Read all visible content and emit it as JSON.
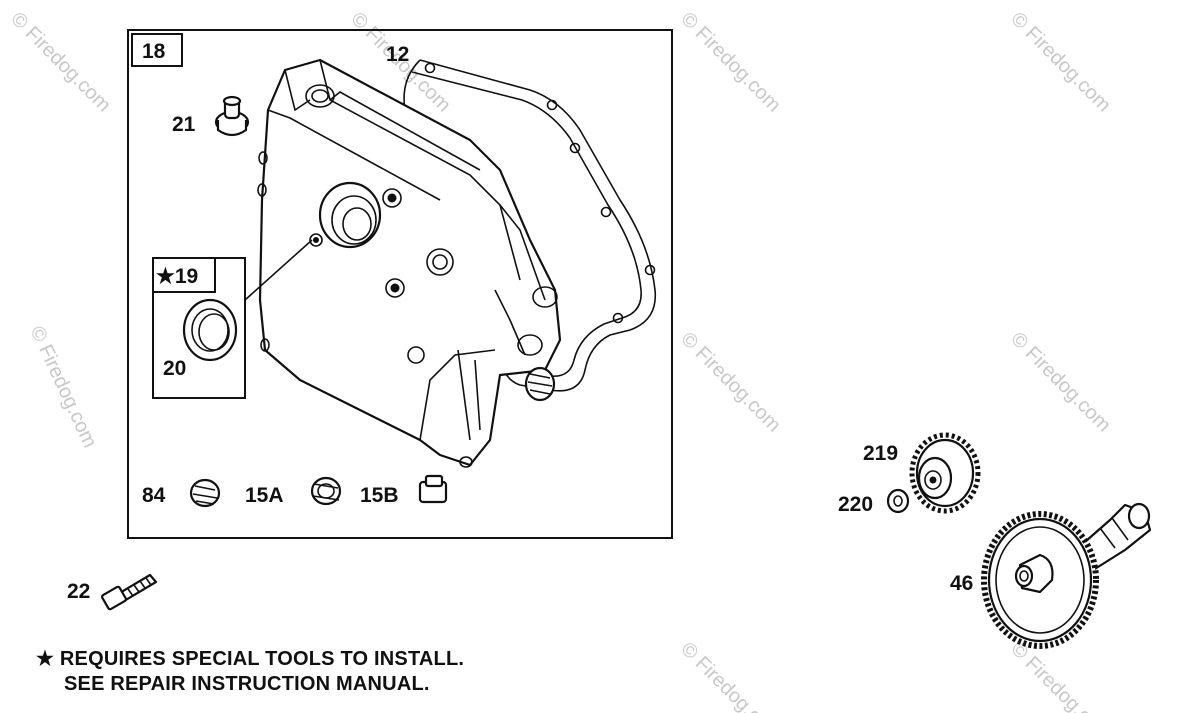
{
  "labels": {
    "l18": "18",
    "l12": "12",
    "l21": "21",
    "l19": "★19",
    "l20": "20",
    "l84": "84",
    "l15a": "15A",
    "l15b": "15B",
    "l22": "22",
    "l219": "219",
    "l220": "220",
    "l46": "46"
  },
  "note": {
    "line1": "★ REQUIRES SPECIAL TOOLS TO INSTALL.",
    "line2": "SEE REPAIR INSTRUCTION MANUAL."
  },
  "watermark": {
    "text": "© Firedog.com"
  }
}
